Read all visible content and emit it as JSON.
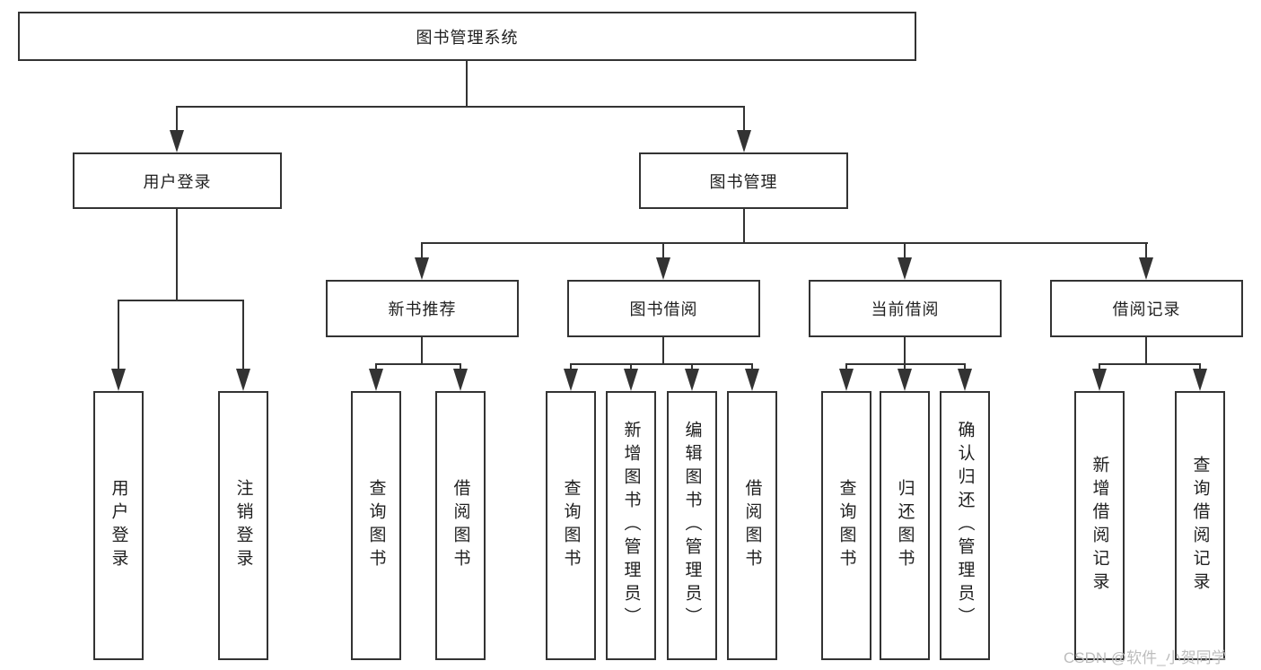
{
  "diagram": {
    "type": "hierarchy-chart",
    "tree": {
      "root": {
        "label": "图书管理系统"
      },
      "branches": [
        {
          "label": "用户登录",
          "children": [
            {
              "label": "用户登录"
            },
            {
              "label": "注销登录"
            }
          ]
        },
        {
          "label": "图书管理",
          "children": [
            {
              "label": "新书推荐",
              "children": [
                {
                  "label": "查询图书"
                },
                {
                  "label": "借阅图书"
                }
              ]
            },
            {
              "label": "图书借阅",
              "children": [
                {
                  "label": "查询图书"
                },
                {
                  "label": "新增图书（管理员）"
                },
                {
                  "label": "编辑图书（管理员）"
                },
                {
                  "label": "借阅图书"
                }
              ]
            },
            {
              "label": "当前借阅",
              "children": [
                {
                  "label": "查询图书"
                },
                {
                  "label": "归还图书"
                },
                {
                  "label": "确认归还（管理员）"
                }
              ]
            },
            {
              "label": "借阅记录",
              "children": [
                {
                  "label": "新增借阅记录"
                },
                {
                  "label": "查询借阅记录"
                }
              ]
            }
          ]
        }
      ]
    },
    "watermark": {
      "text": "CSDN @软件_小贺同学"
    },
    "colors": {
      "line": "#333333",
      "box_border": "#333333",
      "text": "#1f1f1f",
      "watermark": "#bdbdbd",
      "background": "#ffffff"
    }
  }
}
